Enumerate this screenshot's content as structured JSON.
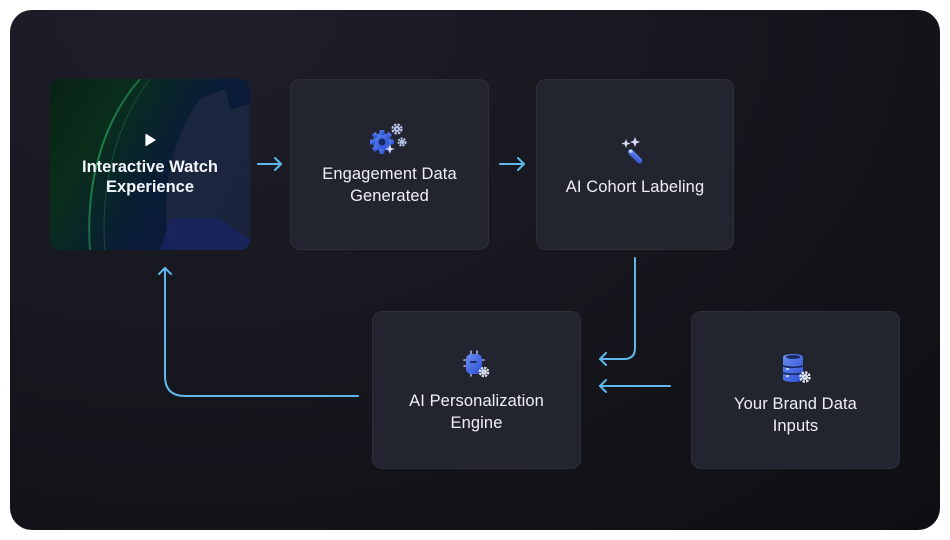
{
  "diagram": {
    "nodes": [
      {
        "id": "watch",
        "label_line1": "Interactive Watch",
        "label_line2": "Experience",
        "icon": "play-icon"
      },
      {
        "id": "engagement",
        "label_line1": "Engagement Data",
        "label_line2": "Generated",
        "icon": "gears-sparkle-icon"
      },
      {
        "id": "cohort",
        "label_line1": "AI Cohort Labeling",
        "label_line2": "",
        "icon": "magic-wand-icon"
      },
      {
        "id": "personalization",
        "label_line1": "AI Personalization",
        "label_line2": "Engine",
        "icon": "chip-gear-icon"
      },
      {
        "id": "brand",
        "label_line1": "Your Brand Data",
        "label_line2": "Inputs",
        "icon": "database-gear-icon"
      }
    ],
    "edges": [
      {
        "from": "watch",
        "to": "engagement"
      },
      {
        "from": "engagement",
        "to": "cohort"
      },
      {
        "from": "cohort",
        "to": "personalization"
      },
      {
        "from": "brand",
        "to": "personalization"
      },
      {
        "from": "personalization",
        "to": "watch"
      }
    ],
    "colors": {
      "arrow": "#5fb8ec",
      "icon_blue": "#3a63e0",
      "card_bg": "#22252f"
    }
  }
}
